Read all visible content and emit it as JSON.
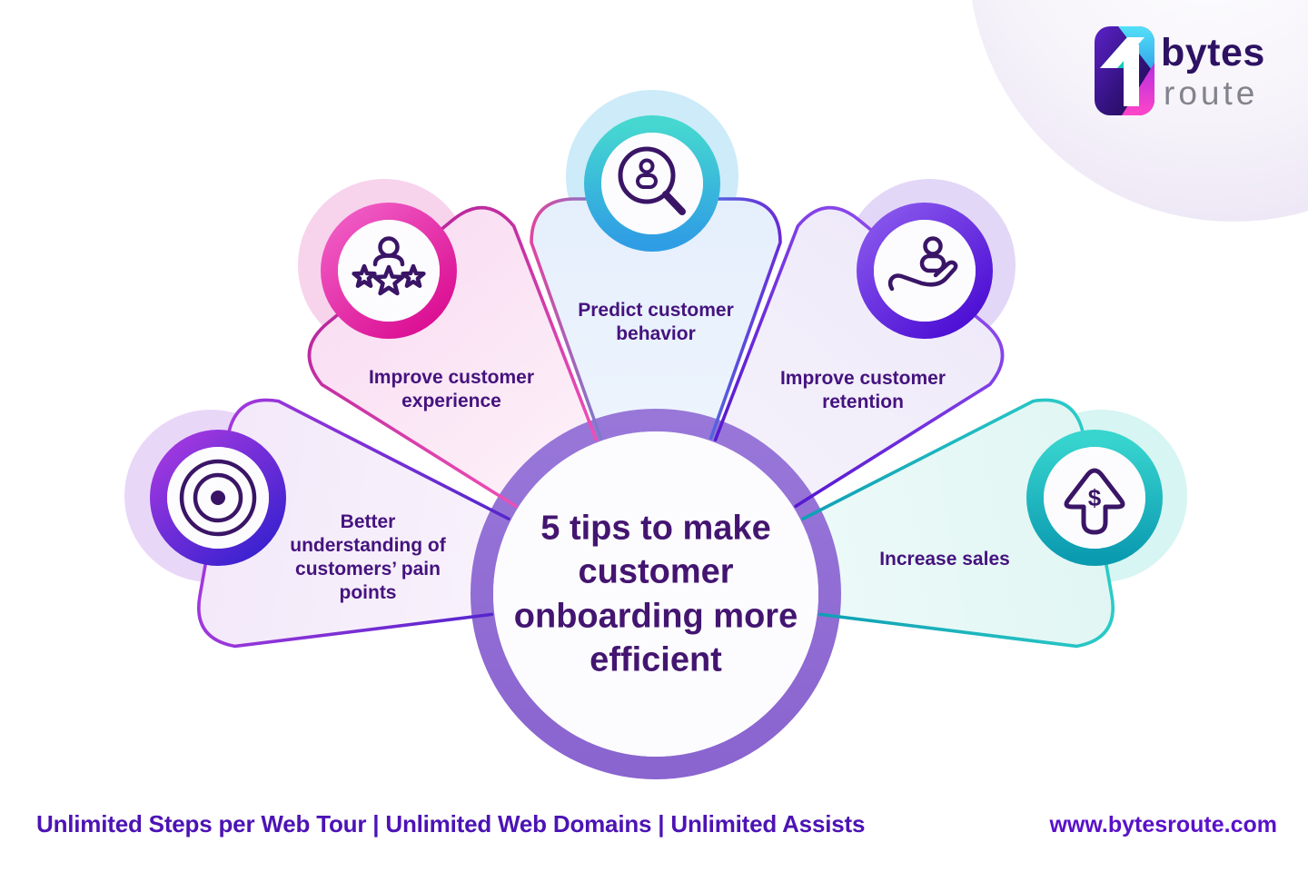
{
  "logo": {
    "brand_line1": "bytes",
    "brand_line2": "route",
    "mark": "bytesroute-logo-mark"
  },
  "center": {
    "title": "5 tips to make customer onboarding more efficient",
    "ring_color": "#8F6AD4",
    "title_color": "#431570"
  },
  "petals": [
    {
      "id": "pain-points",
      "label": "Better understanding of customers’ pain points",
      "icon": "target-icon",
      "outline_color": "#8B2FD6",
      "ring_gradient": [
        "#A83AE0",
        "#3C22D0"
      ],
      "fill_color": "#F5EDFA"
    },
    {
      "id": "customer-experience",
      "label": "Improve customer experience",
      "icon": "person-stars-icon",
      "outline_color": "#D733AC",
      "ring_gradient": [
        "#F161C8",
        "#DB0F93"
      ],
      "fill_color": "#FBE8F6"
    },
    {
      "id": "predict-behavior",
      "label": "Predict customer behavior",
      "icon": "magnifier-person-icon",
      "outline_color": "#3B9EE6",
      "ring_gradient": [
        "#46D8D0",
        "#2F9DE4"
      ],
      "fill_color": "#E9F1FC"
    },
    {
      "id": "customer-retention",
      "label": "Improve customer retention",
      "icon": "hand-person-icon",
      "outline_color": "#6D28D9",
      "ring_gradient": [
        "#8C5BEE",
        "#4D0FD4"
      ],
      "fill_color": "#F2EEFA"
    },
    {
      "id": "increase-sales",
      "label": "Increase sales",
      "icon": "dollar-arrow-icon",
      "currency_glyph": "$",
      "outline_color": "#17ADBB",
      "ring_gradient": [
        "#38D5CF",
        "#0B9BB1"
      ],
      "fill_color": "#E7F8F6"
    }
  ],
  "footer": {
    "tagline": "Unlimited Steps per Web Tour | Unlimited Web Domains | Unlimited Assists",
    "website": "www.bytesroute.com"
  },
  "colors": {
    "label_text": "#45137E",
    "footer_text": "#4C13B5",
    "icon_stroke": "#3A1566",
    "center_band": "#8F6AD4"
  }
}
